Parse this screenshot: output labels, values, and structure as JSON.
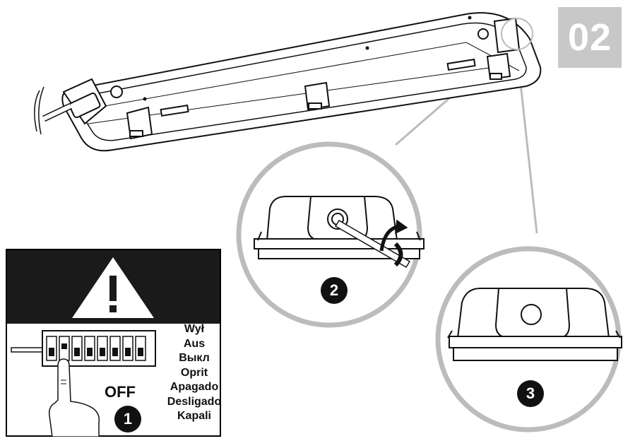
{
  "badge": {
    "label": "02"
  },
  "warning": {
    "off_label": "OFF",
    "off_words": [
      "Wył",
      "Aus",
      "Выкл",
      "Oprit",
      "Apagado",
      "Desligado",
      "Kapali"
    ]
  },
  "steps": {
    "one": "1",
    "two": "2",
    "three": "3"
  },
  "colors": {
    "badge_bg": "#c8c8c8",
    "callout_ring": "#bcbcbc",
    "panel_dark": "#1a1a1a"
  }
}
